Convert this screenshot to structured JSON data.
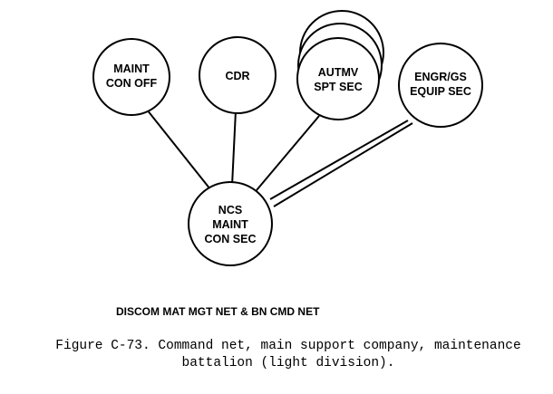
{
  "nodes": {
    "maint_con_off": {
      "lines": [
        "MAINT",
        "CON OFF"
      ]
    },
    "cdr": {
      "lines": [
        "CDR"
      ]
    },
    "autmv_spt_sec": {
      "lines": [
        "AUTMV",
        "SPT SEC"
      ]
    },
    "engr_gs_equip_sec": {
      "lines": [
        "ENGR/GS",
        "EQUIP SEC"
      ]
    },
    "ncs_maint_con_sec": {
      "lines": [
        "NCS",
        "MAINT",
        "CON SEC"
      ]
    }
  },
  "net_label": "DISCOM MAT MGT NET & BN CMD NET",
  "caption": {
    "line1": "Figure C-73. Command net, main support company, maintenance",
    "line2": "battalion (light division)."
  }
}
